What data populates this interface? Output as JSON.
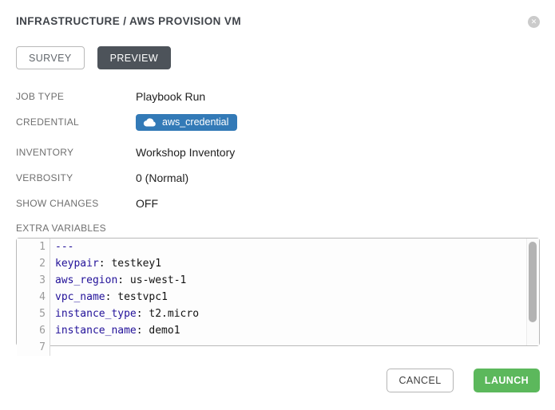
{
  "header": {
    "title": "INFRASTRUCTURE / AWS PROVISION VM",
    "close_glyph": "✕"
  },
  "tabs": [
    {
      "label": "SURVEY",
      "active": false
    },
    {
      "label": "PREVIEW",
      "active": true
    }
  ],
  "details": {
    "rows": [
      {
        "label": "JOB TYPE",
        "value": "Playbook Run"
      },
      {
        "label": "CREDENTIAL",
        "value": "aws_credential"
      },
      {
        "label": "INVENTORY",
        "value": "Workshop Inventory"
      },
      {
        "label": "VERBOSITY",
        "value": "0 (Normal)"
      },
      {
        "label": "SHOW CHANGES",
        "value": "OFF"
      }
    ]
  },
  "editor": {
    "label": "EXTRA VARIABLES",
    "language": "yaml",
    "lines": [
      {
        "num": "1",
        "key": "---",
        "rest": ""
      },
      {
        "num": "2",
        "key": "keypair",
        "rest": ": testkey1"
      },
      {
        "num": "3",
        "key": "aws_region",
        "rest": ": us-west-1"
      },
      {
        "num": "4",
        "key": "vpc_name",
        "rest": ": testvpc1"
      },
      {
        "num": "5",
        "key": "instance_type",
        "rest": ": t2.micro"
      },
      {
        "num": "6",
        "key": "instance_name",
        "rest": ": demo1"
      },
      {
        "num": "7",
        "key": "",
        "rest": ""
      }
    ]
  },
  "footer": {
    "cancel_label": "CANCEL",
    "launch_label": "LAUNCH"
  },
  "colors": {
    "credential_badge": "#337ab7",
    "launch_button": "#5cb85c",
    "active_tab": "#4d535a",
    "yaml_key": "#221199",
    "title_text": "#40444a"
  }
}
